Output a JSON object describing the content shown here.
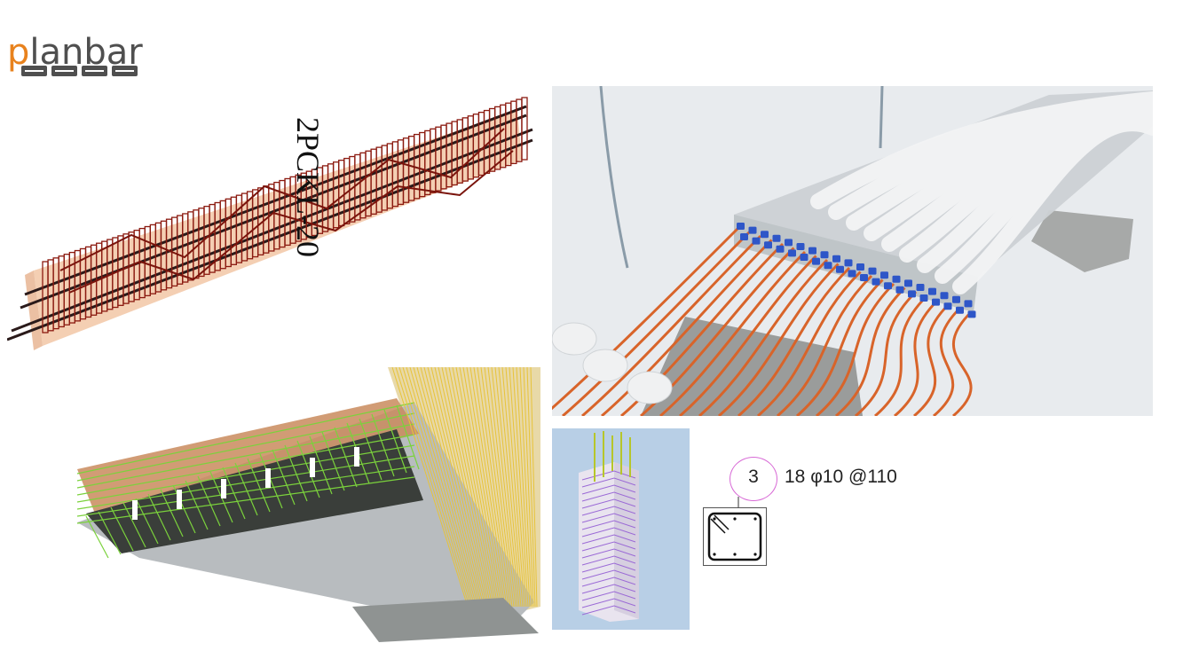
{
  "logo": {
    "text_p": "p",
    "text_rest": "lanbar"
  },
  "beam_label": "2PCKL-20",
  "annotation": {
    "number": "3",
    "spec": "18 φ10 @110"
  },
  "colors": {
    "brand_orange": "#e8821d",
    "logo_gray": "#4f4f4f",
    "rebar_red": "#8b1a10",
    "tendon_orange": "#d8642a",
    "anchor_blue": "#2e56c8",
    "rebar_green": "#7bd23c",
    "rebar_yellow": "#e7c33a",
    "concrete_gray": "#c8ccd0",
    "column_bg": "#b8cfe6",
    "annotation_pink": "#d86ad6"
  },
  "icons": [
    "slab-icon",
    "wall-icon",
    "stair-icon",
    "beam-icon"
  ]
}
